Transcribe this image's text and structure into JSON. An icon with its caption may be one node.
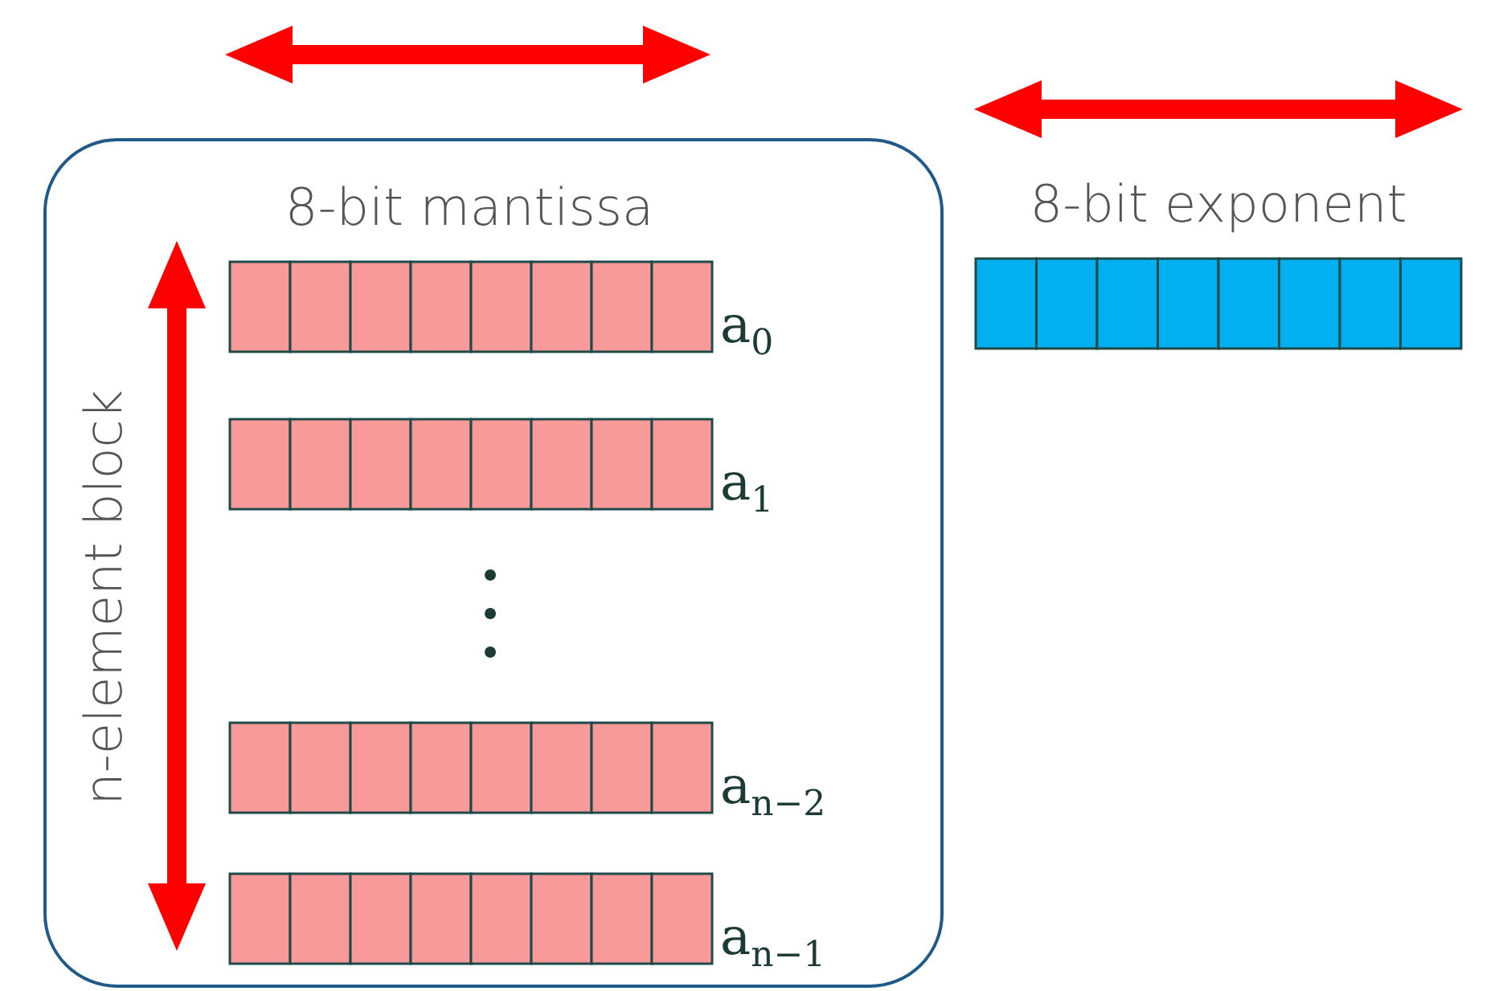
{
  "diagram": {
    "nodes": [
      {
        "text": [
          "8-bit mantissa",
          "n-element block"
        ]
      },
      {
        "text": [],
        "shape": "bar",
        "in": 0,
        "beside": [
          "a$_{0}$"
        ]
      },
      {
        "text": [],
        "shape": "bar",
        "in": 0,
        "beside": [
          "a$_{1}$"
        ]
      },
      {
        "text": [],
        "shape": "bar",
        "in": 0,
        "beside": [
          "a$_{n−2}$"
        ]
      },
      {
        "text": [],
        "shape": "bar",
        "in": 0,
        "beside": [
          "a$_{n−1}$"
        ]
      },
      {
        "text": [
          "8-bit exponent"
        ]
      }
    ]
  }
}
